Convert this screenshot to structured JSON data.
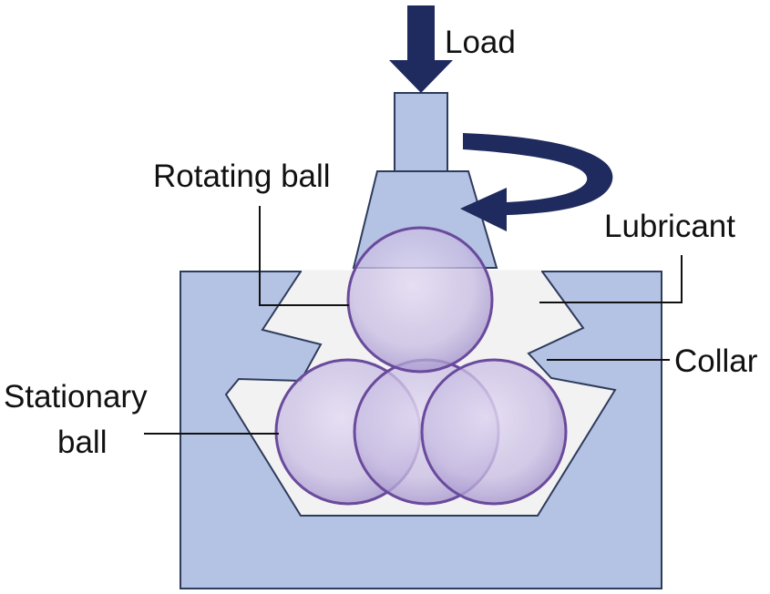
{
  "labels": {
    "load": "Load",
    "rotating_ball": "Rotating ball",
    "lubricant": "Lubricant",
    "collar": "Collar",
    "stationary_ball_line1": "Stationary",
    "stationary_ball_line2": "ball"
  },
  "colors": {
    "housing": "#b4c3e3",
    "outline": "#2e3b5c",
    "lubricant": "#f2f2f2",
    "arrow": "#1f2a5e",
    "ball_fill": "#c9bfe3",
    "ball_stroke": "#6a4a9c"
  },
  "icons": {
    "load_arrow": "down-arrow-icon",
    "rotation_arrow": "curved-rotation-arrow-icon"
  }
}
